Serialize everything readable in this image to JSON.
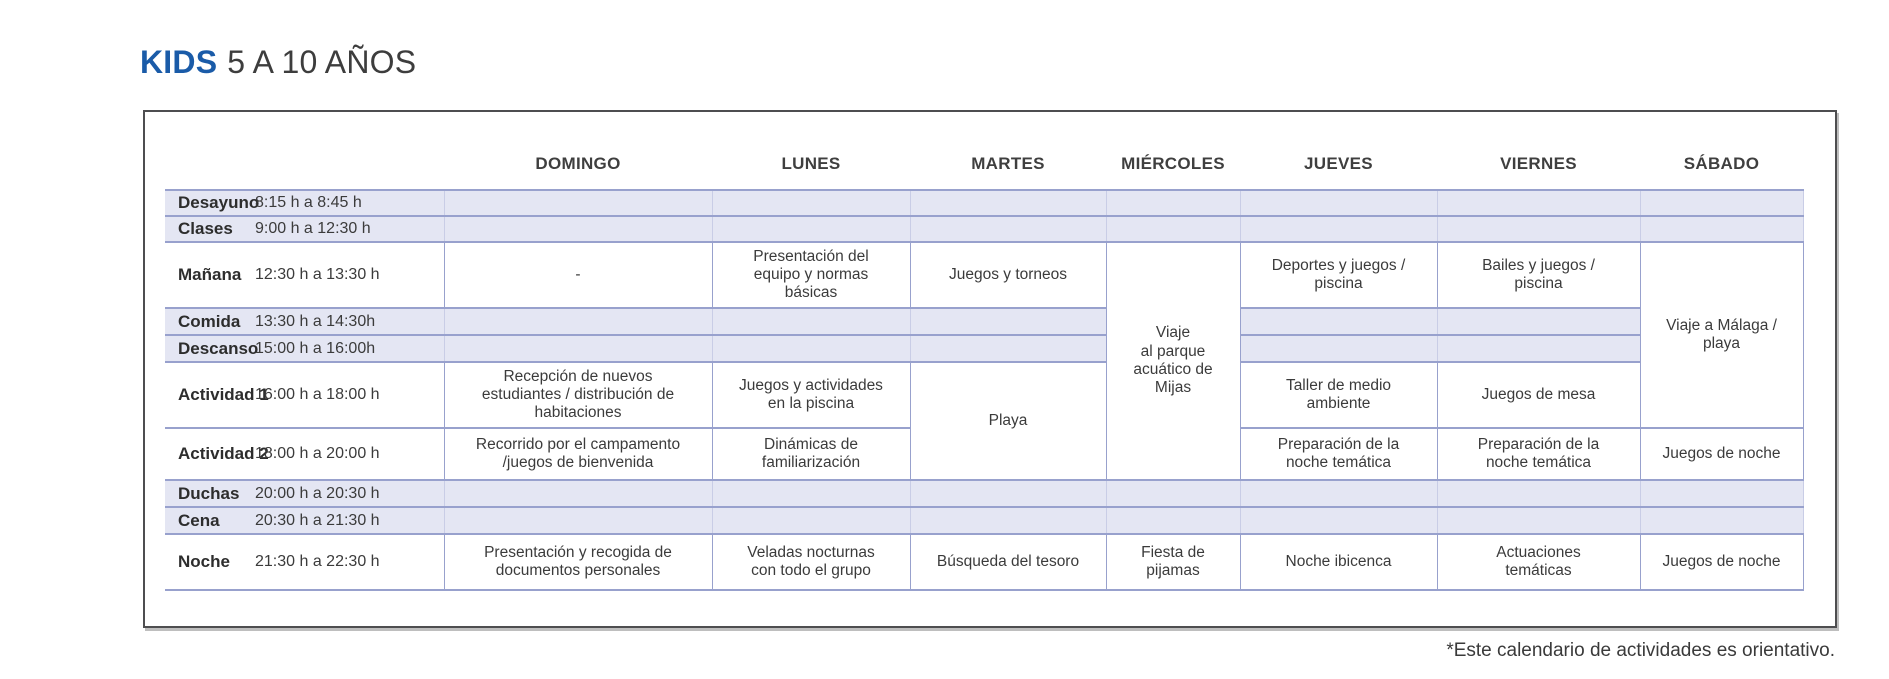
{
  "title": {
    "brand": "KIDS",
    "age_range": "5 A 10 AÑOS"
  },
  "footnote": "*Este calendario de actividades es orientativo.",
  "colors": {
    "accent_blue": "#1a5ba8",
    "band_fill": "#e4e6f3",
    "grid_line": "#98a1cd",
    "band_divider": "#c9cde6",
    "box_border": "#4e4e50",
    "text": "#3b3b3b"
  },
  "schedule": {
    "days": [
      "DOMINGO",
      "LUNES",
      "MARTES",
      "MIÉRCOLES",
      "JUEVES",
      "VIERNES",
      "SÁBADO"
    ],
    "rows": [
      {
        "label": "Desayuno",
        "time": "8:15 h a 8:45 h"
      },
      {
        "label": "Clases",
        "time": "9:00 h a 12:30 h"
      },
      {
        "label": "Mañana",
        "time": "12:30 h a 13:30 h"
      },
      {
        "label": "Comida",
        "time": "13:30 h a 14:30h"
      },
      {
        "label": "Descanso",
        "time": "15:00 h a 16:00h"
      },
      {
        "label": "Actividad 1",
        "time": "16:00 h a 18:00 h"
      },
      {
        "label": "Actividad 2",
        "time": "18:00 h a 20:00 h"
      },
      {
        "label": "Duchas",
        "time": "20:00 h a 20:30 h"
      },
      {
        "label": "Cena",
        "time": "20:30 h a 21:30 h"
      },
      {
        "label": "Noche",
        "time": "21:30 h a 22:30 h"
      }
    ],
    "cells": {
      "manana": {
        "domingo": "-",
        "lunes": "Presentación del\nequipo y normas\nbásicas",
        "martes": "Juegos y torneos",
        "miercoles_merged": "Viaje\nal parque\nacuático de\nMijas",
        "jueves": "Deportes y juegos /\npiscina",
        "viernes": "Bailes y juegos /\npiscina",
        "sabado_merged": "Viaje a Málaga /\nplaya"
      },
      "actividad1": {
        "domingo": "Recepción de nuevos\nestudiantes / distribución de\nhabitaciones",
        "lunes": "Juegos y actividades\nen la piscina",
        "martes_merged": "Playa",
        "jueves": "Taller de medio\nambiente",
        "viernes": "Juegos de mesa"
      },
      "actividad2": {
        "domingo": "Recorrido por el campamento\n/juegos de bienvenida",
        "lunes": "Dinámicas de\nfamiliarización",
        "jueves": "Preparación de la\nnoche temática",
        "viernes": "Preparación de la\nnoche temática",
        "sabado": "Juegos de noche"
      },
      "noche": {
        "domingo": "Presentación y recogida de\ndocumentos personales",
        "lunes": "Veladas nocturnas\ncon todo el grupo",
        "martes": "Búsqueda del tesoro",
        "miercoles": "Fiesta de\npijamas",
        "jueves": "Noche ibicenca",
        "viernes": "Actuaciones\ntemáticas",
        "sabado": "Juegos de noche"
      }
    }
  }
}
